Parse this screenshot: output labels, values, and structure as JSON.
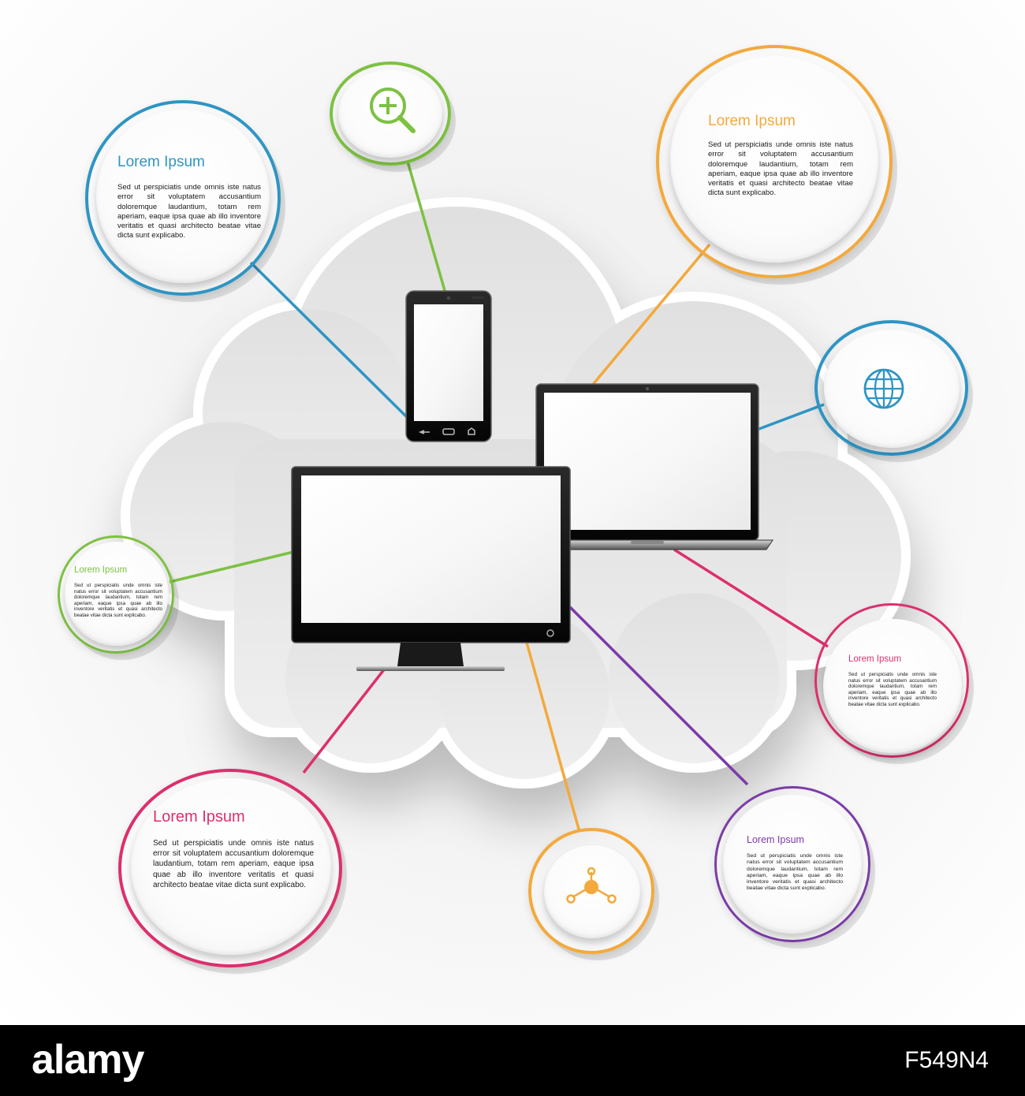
{
  "colors": {
    "blue": "#2e95c4",
    "green": "#7dc142",
    "orange": "#f3a93c",
    "pink": "#dc2f6e",
    "purple": "#7b3ca8",
    "cloud": "#e9e9e9",
    "device": "#111111"
  },
  "bubbles": [
    {
      "id": "top-left",
      "color_key": "blue",
      "title": "Lorem Ipsum",
      "body": "Sed ut perspiciatis unde omnis iste natus error sit voluptatem accusantium doloremque laudantium, totam rem aperiam, eaque ipsa quae ab illo inventore veritatis et quasi architecto beatae vitae dicta sunt explicabo."
    },
    {
      "id": "top-right",
      "color_key": "orange",
      "title": "Lorem Ipsum",
      "body": "Sed ut perspiciatis unde omnis iste natus error sit voluptatem accusantium doloremque laudantium, totam rem aperiam, eaque ipsa quae ab illo inventore veritatis et quasi architecto beatae vitae dicta sunt explicabo."
    },
    {
      "id": "left-small",
      "color_key": "green",
      "title": "Lorem Ipsum",
      "body": "Sed ut perspiciatis unde omnis iste natus error sit voluptatem accusantium doloremque laudantium, totam rem aperiam, eaque ipsa quae ab illo inventore veritatis et quasi architecto beatae vitae dicta sunt explicabo."
    },
    {
      "id": "right-small",
      "color_key": "pink",
      "title": "Lorem Ipsum",
      "body": "Sed ut perspiciatis unde omnis iste natus error sit voluptatem accusantium doloremque laudantium, totam rem aperiam, eaque ipsa quae ab illo inventore veritatis et quasi architecto beatae vitae dicta sunt explicabo."
    },
    {
      "id": "bottom-left",
      "color_key": "pink",
      "title": "Lorem Ipsum",
      "body": "Sed ut perspiciatis unde omnis iste natus error sit voluptatem accusantium doloremque laudantium, totam rem aperiam, eaque ipsa quae ab illo inventore veritatis et quasi architecto beatae vitae dicta sunt explicabo."
    },
    {
      "id": "bottom-right",
      "color_key": "purple",
      "title": "Lorem Ipsum",
      "body": "Sed ut perspiciatis unde omnis iste natus error sit voluptatem accusantium doloremque laudantium, totam rem aperiam, eaque ipsa quae ab illo inventore veritatis et quasi architecto beatae vitae dicta sunt explicabo."
    }
  ],
  "icon_bubbles": [
    {
      "id": "zoom",
      "color_key": "green",
      "icon": "zoom-in-icon"
    },
    {
      "id": "globe",
      "color_key": "blue",
      "icon": "globe-icon"
    },
    {
      "id": "network",
      "color_key": "orange",
      "icon": "network-icon"
    }
  ],
  "devices": [
    "smartphone",
    "laptop",
    "desktop-monitor"
  ],
  "footer": {
    "logo": "alamy",
    "code": "F549N4"
  }
}
